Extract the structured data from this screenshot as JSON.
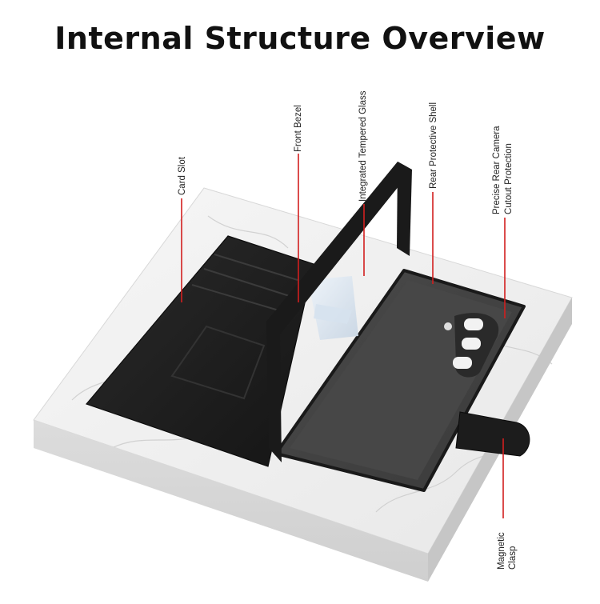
{
  "title": "Internal Structure Overview",
  "callouts": {
    "card_slot": "Card Slot",
    "front_bezel": "Front Bezel",
    "integrated_glass": "Integrated Tempered Glass",
    "rear_shell": "Rear Protective Shell",
    "camera_line1": "Precise Rear Camera",
    "camera_line2": "Cutout Protection",
    "clasp_line1": "Magnetic",
    "clasp_line2": "Clasp"
  },
  "colors": {
    "callout_line": "#d21f1f",
    "leather": "#1f1f1f",
    "marble": "#eeeeee"
  }
}
